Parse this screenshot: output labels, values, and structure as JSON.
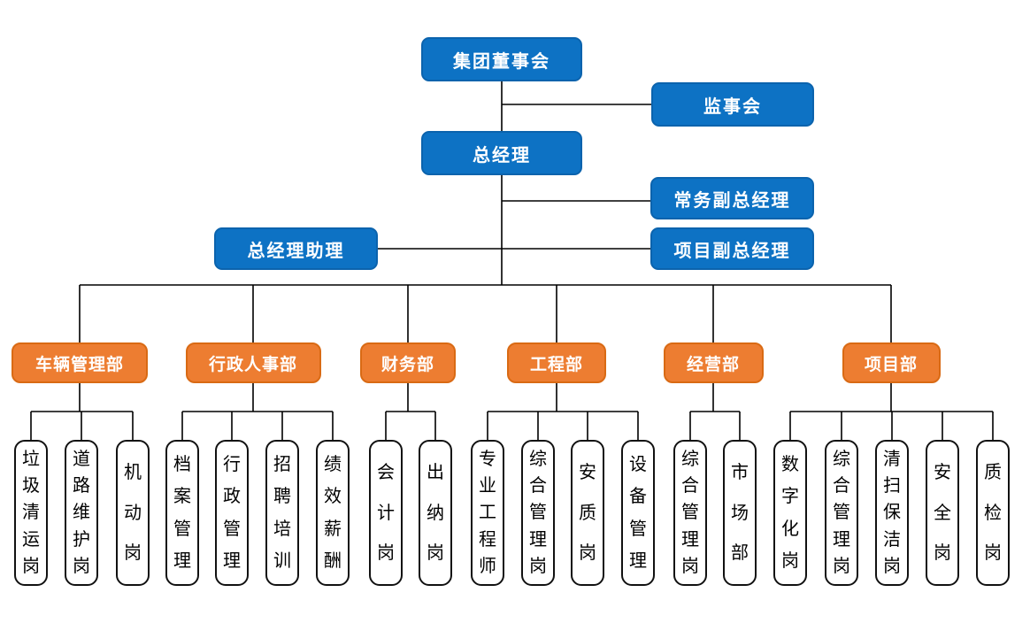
{
  "org": {
    "executives": {
      "board": "集团董事会",
      "supervisory": "监事会",
      "general_manager": "总经理",
      "executive_deputy_gm": "常务副总经理",
      "gm_assistant": "总经理助理",
      "project_deputy_gm": "项目副总经理"
    },
    "departments": [
      {
        "label": "车辆管理部",
        "children": [
          "垃圾清运岗",
          "道路维护岗",
          "机动岗"
        ]
      },
      {
        "label": "行政人事部",
        "children": [
          "档案管理",
          "行政管理",
          "招聘培训",
          "绩效薪酬"
        ]
      },
      {
        "label": "财务部",
        "children": [
          "会计岗",
          "出纳岗"
        ]
      },
      {
        "label": "工程部",
        "children": [
          "专业工程师",
          "综合管理岗",
          "安质岗",
          "设备管理"
        ]
      },
      {
        "label": "经营部",
        "children": [
          "综合管理岗",
          "市场部"
        ]
      },
      {
        "label": "项目部",
        "children": [
          "数字化岗",
          "综合管理岗",
          "清扫保洁岗",
          "安全岗",
          "质检岗"
        ]
      }
    ]
  },
  "colors": {
    "executive_fill": "#0D72C4",
    "executive_border": "#0B63AD",
    "department_fill": "#ED7D31",
    "department_border": "#D96A14",
    "position_border": "#111111",
    "connector": "#000000"
  }
}
